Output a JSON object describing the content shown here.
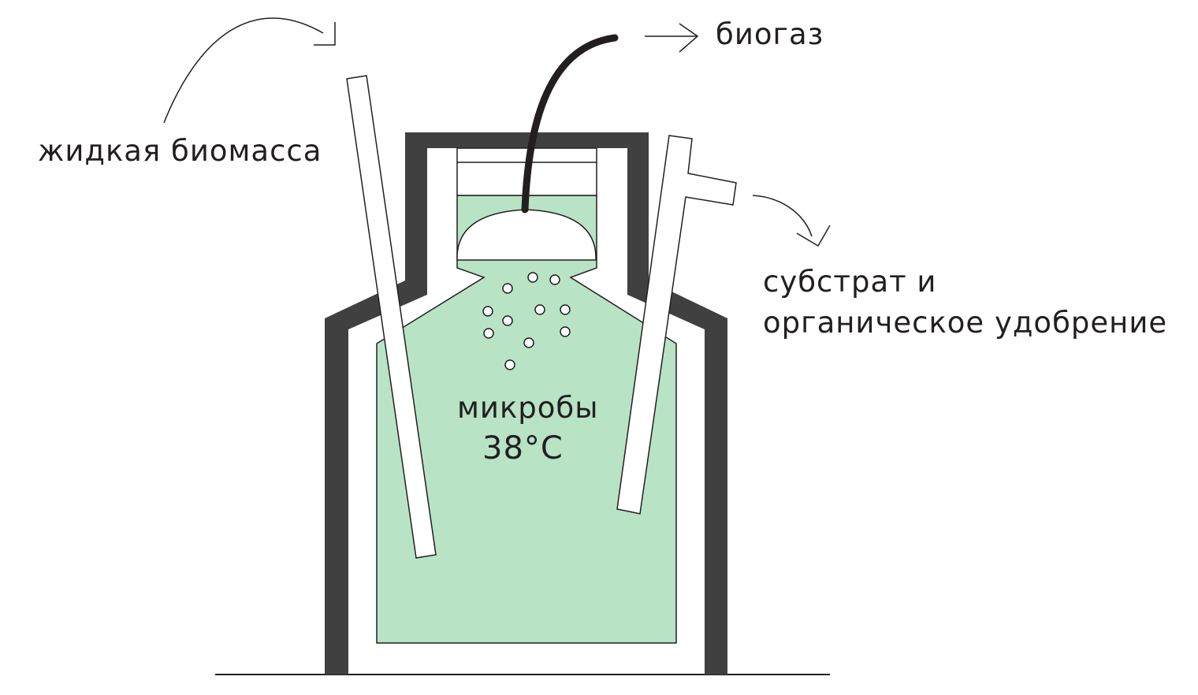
{
  "labels": {
    "input": "жидкая биомасса",
    "gas_output": "биогаз",
    "output_line1": "субстрат и",
    "output_line2": "органическое удобрение",
    "microbes": "микробы",
    "temperature": "38°C"
  },
  "colors": {
    "wall": "#404040",
    "liquid": "#b8e3c4",
    "outline": "#231f20",
    "gas_pipe": "#231f20",
    "background": "#ffffff"
  },
  "icons": {
    "input_arrow": "curved-arrow-down-right",
    "gas_arrow": "arrow-right",
    "output_arrow": "curved-arrow-down-right"
  }
}
